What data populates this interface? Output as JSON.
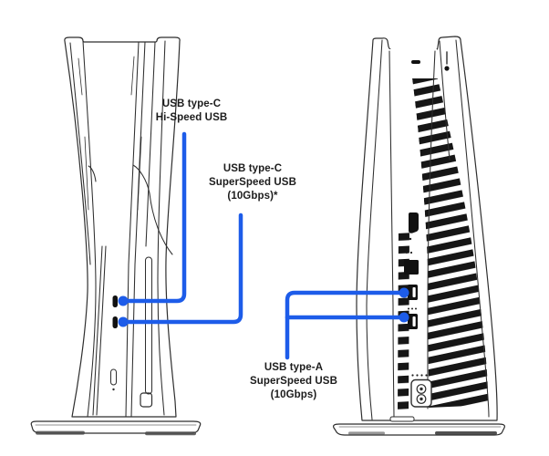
{
  "page": {
    "background_color": "#ffffff"
  },
  "diagram": {
    "accent_color": "#1d5ce9",
    "line_art_color": "#2e2e2e",
    "labels": {
      "usb_c_hispeed": {
        "lines": [
          "USB type-C",
          "Hi-Speed USB"
        ]
      },
      "usb_c_superspeed": {
        "lines": [
          "USB type-C",
          "SuperSpeed USB",
          "(10Gbps)*"
        ]
      },
      "usb_a_superspeed": {
        "lines": [
          "USB type-A",
          "SuperSpeed USB",
          "(10Gbps)"
        ]
      }
    },
    "views": {
      "front": {
        "icons": [
          "usb-c-port-top-icon",
          "usb-c-port-bottom-icon",
          "power-button-icon",
          "disc-slot-icon",
          "stand-base"
        ]
      },
      "back": {
        "icons": [
          "hdmi-port-icon",
          "lan-port-icon",
          "usb-a-port-top-icon",
          "usb-a-port-bottom-icon",
          "ac-inlet-icon",
          "vent-grille",
          "stand-base"
        ]
      }
    }
  }
}
